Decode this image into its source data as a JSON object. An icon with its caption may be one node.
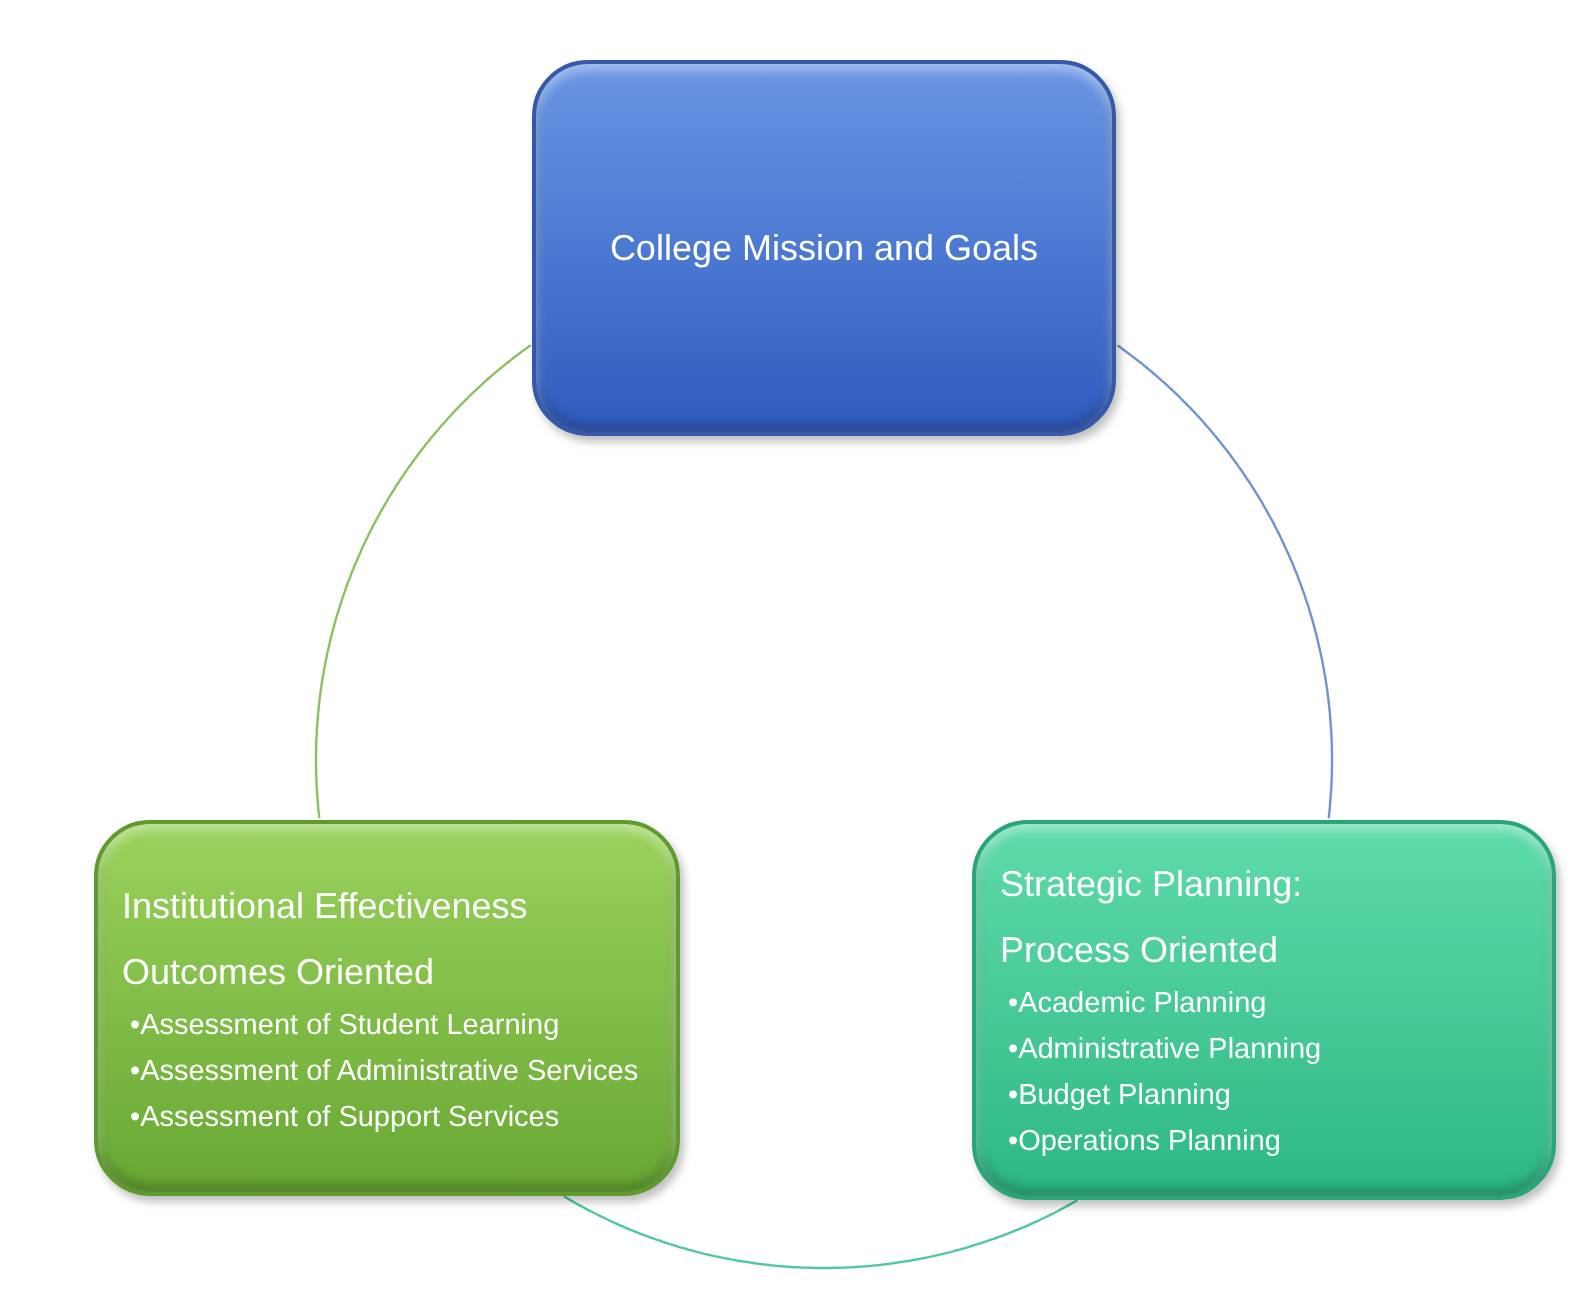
{
  "diagram": {
    "nodes": [
      {
        "text": [
          "College Mission and Goals"
        ]
      },
      {
        "text": [
          "Institutional Effectiveness",
          "Outcomes Oriented",
          "•Assessment of Student Learning",
          "•Assessment of Administrative Services",
          "•Assessment of Support Services"
        ]
      },
      {
        "text": [
          "Strategic Planning:",
          "Process Oriented",
          "•Academic Planning",
          "•Administrative Planning",
          "•Budget Planning",
          "•Operations Planning"
        ]
      }
    ],
    "edges": [
      {
        "from": 0,
        "to": 2,
        "arrow": "none",
        "color": "#6f94d0"
      },
      {
        "from": 2,
        "to": 1,
        "arrow": "none",
        "color": "#4fc8a0"
      },
      {
        "from": 1,
        "to": 0,
        "arrow": "none",
        "color": "#8cc060"
      }
    ]
  }
}
